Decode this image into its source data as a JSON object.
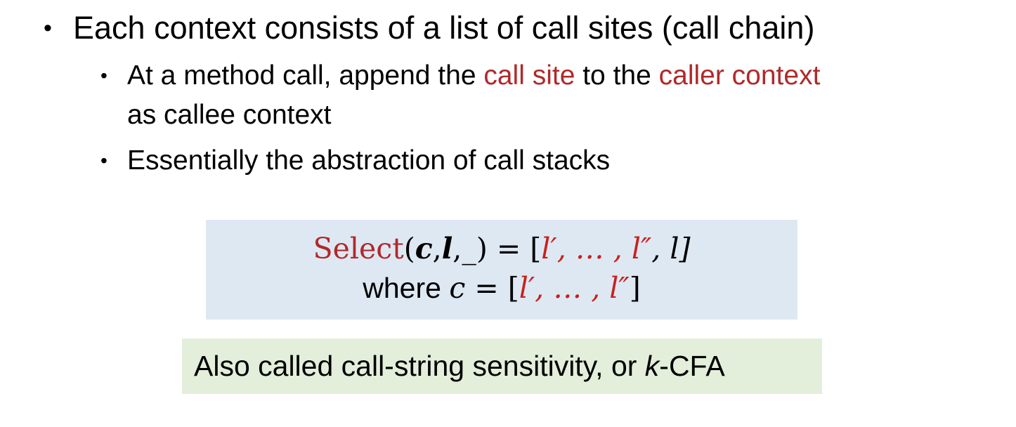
{
  "bullets": {
    "main": "Each context consists of a list of call sites (call chain)",
    "sub1": {
      "before": "At a method call, append the ",
      "hl1": "call site",
      "middle": " to the ",
      "hl2": "caller context",
      "line2": "as callee context"
    },
    "sub2": "Essentially the abstraction of call stacks"
  },
  "formula": {
    "select": "Select",
    "open_paren": "(",
    "c": "c",
    "comma": ",",
    "l": "l",
    "underscore": "_",
    "close_paren_eq": ") = [",
    "l_prime": "l′, … , l″",
    "last": ", l]",
    "where": "where ",
    "c2": "c",
    "eq2": " = [",
    "l_prime2": "l′, … , l″",
    "close2": "]"
  },
  "note": {
    "before": "Also called call-string sensitivity, or ",
    "k": "k",
    "after": "-CFA"
  },
  "colors": {
    "highlight_red": "#b0292a",
    "formula_box_bg": "#dee8f3",
    "note_box_bg": "#e3eedb"
  }
}
